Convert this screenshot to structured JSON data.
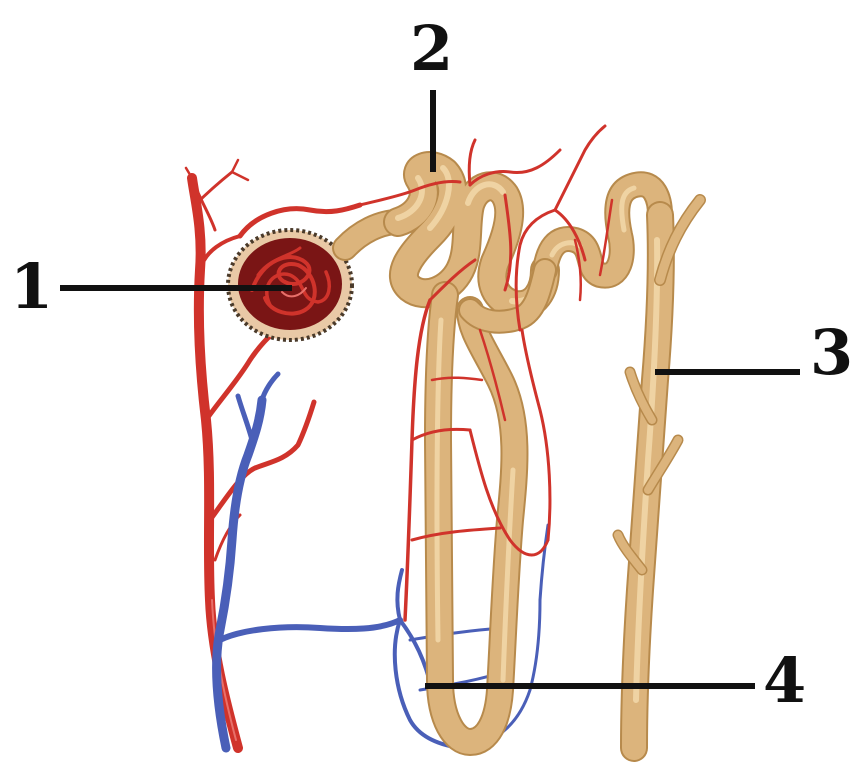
{
  "labels": [
    {
      "id": "1",
      "text": "1"
    },
    {
      "id": "2",
      "text": "2"
    },
    {
      "id": "3",
      "text": "3"
    },
    {
      "id": "4",
      "text": "4"
    }
  ],
  "colors": {
    "artery": "#d0332b",
    "vein": "#4a5fb8",
    "tubule": "#dcb47c",
    "glomerulus": "#7a1515",
    "capsule": "#e9c9a6"
  }
}
